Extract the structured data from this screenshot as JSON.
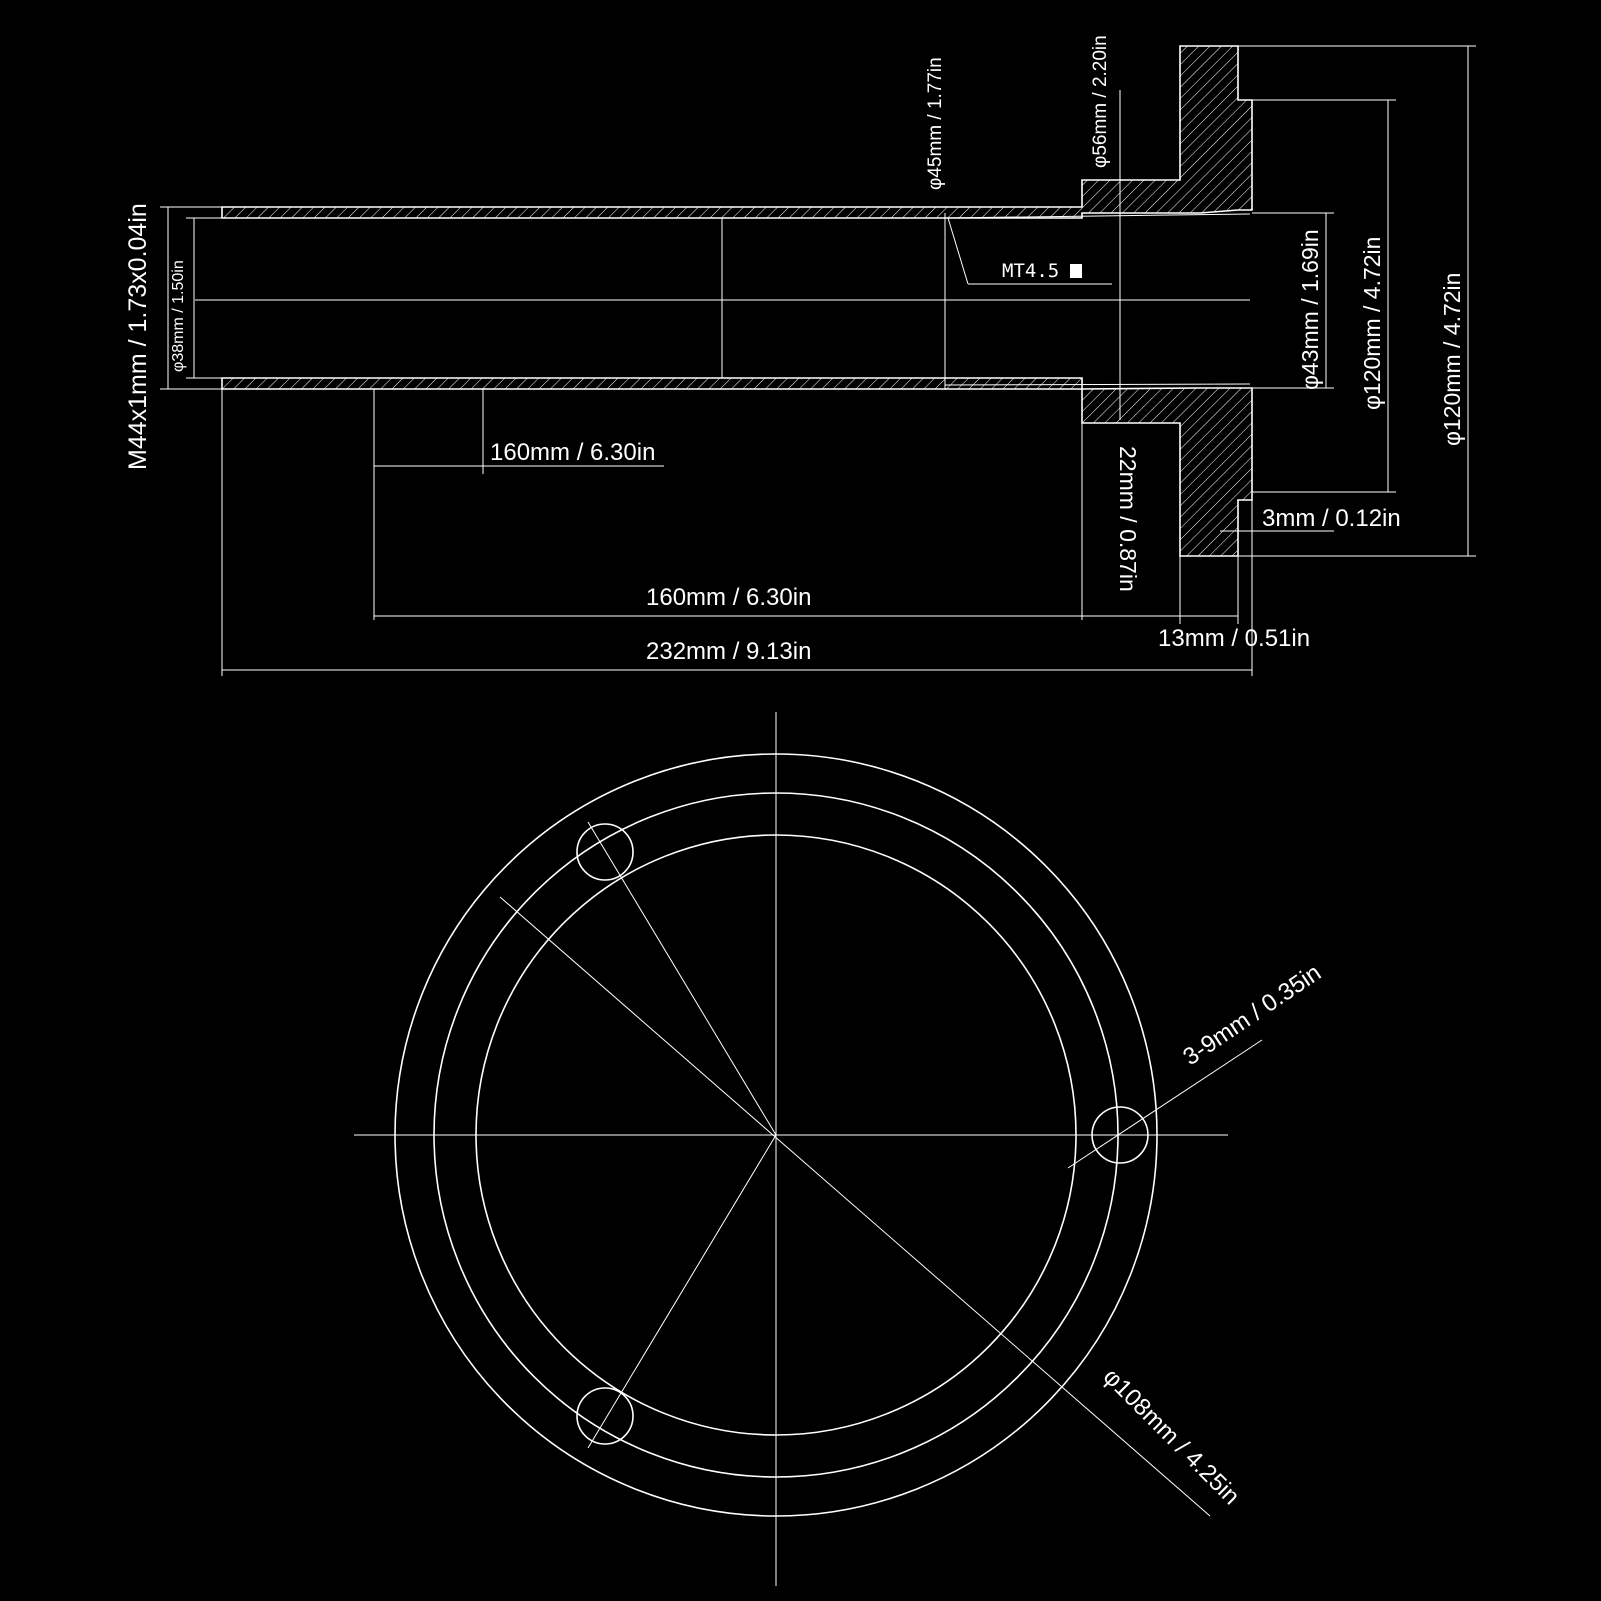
{
  "side_view": {
    "thread_label": "M44x1mm / 1.73x0.04in",
    "bore_label": "φ38mm / 1.50in",
    "d45_label": "φ45mm / 1.77in",
    "d56_label": "φ56mm / 2.20in",
    "taper_label": "MT4.5",
    "d43_label": "φ43mm / 1.69in",
    "d120_inner_label": "φ120mm / 4.72in",
    "d120_outer_label": "φ120mm / 4.72in",
    "len160_top_label": "160mm / 6.30in",
    "len160_bottom_label": "160mm / 6.30in",
    "len232_label": "232mm / 9.13in",
    "len22_label": "22mm / 0.87in",
    "len13_label": "13mm / 0.51in",
    "len3_label": "3mm / 0.12in"
  },
  "front_view": {
    "holes_label": "3-9mm / 0.35in",
    "pcd_label": "φ108mm / 4.25in"
  },
  "colors": {
    "background": "#000000",
    "lines": "#ffffff"
  }
}
